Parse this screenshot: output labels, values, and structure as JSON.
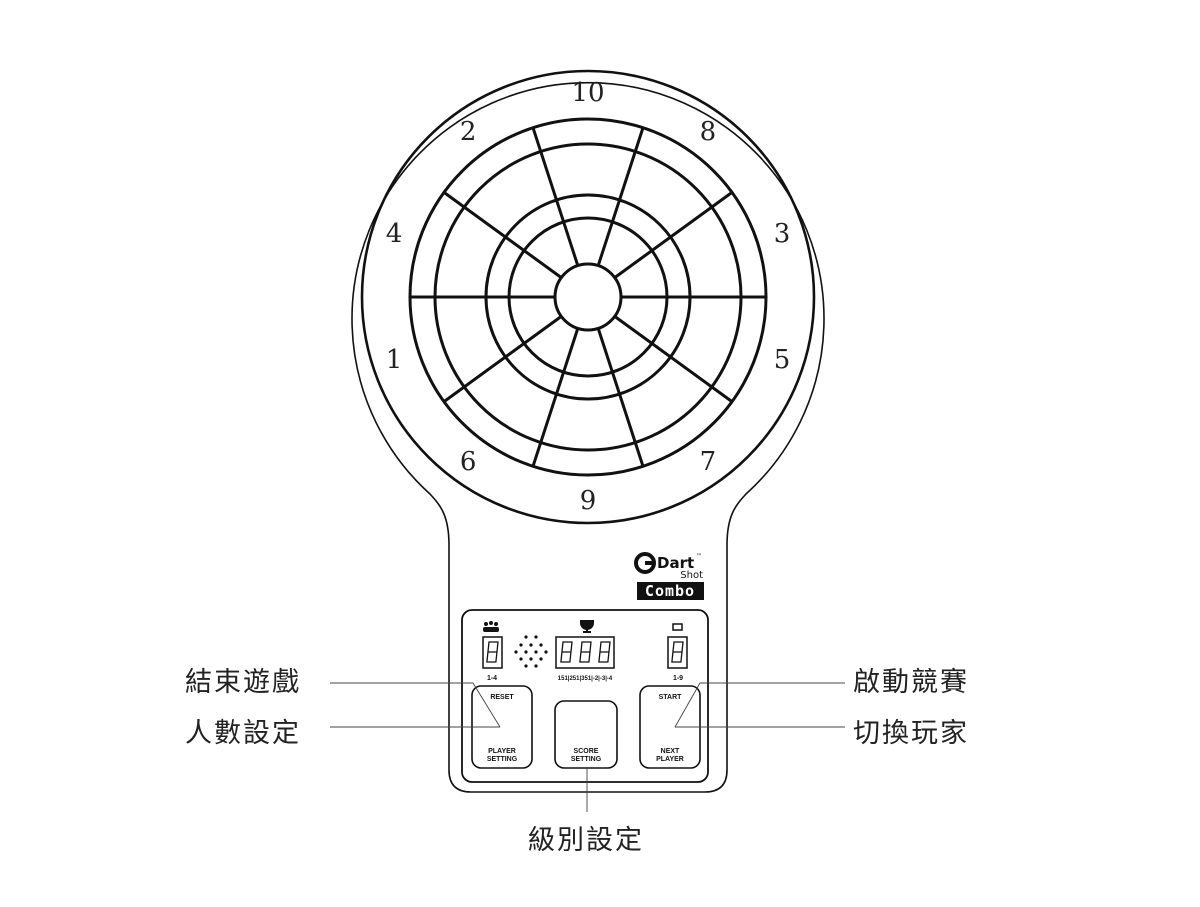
{
  "board": {
    "numbers": [
      "10",
      "8",
      "3",
      "5",
      "7",
      "9",
      "6",
      "1",
      "4",
      "2"
    ]
  },
  "logo": {
    "brand": "Dart",
    "trademark": "™",
    "sub": "Shot",
    "model": "Combo"
  },
  "panel": {
    "players_range": "1-4",
    "score_options": "151|251|351|-2|-3|-4",
    "round_range": "1-9",
    "left_button": {
      "top": "RESET",
      "bottom_1": "PLAYER",
      "bottom_2": "SETTING"
    },
    "center_button": {
      "line_1": "SCORE",
      "line_2": "SETTING"
    },
    "right_button": {
      "top": "START",
      "bottom_1": "NEXT",
      "bottom_2": "PLAYER"
    }
  },
  "callouts": {
    "end_game": "結束遊戲",
    "player_setting": "人數設定",
    "start_game": "啟動競賽",
    "switch_player": "切換玩家",
    "level_setting": "級別設定"
  }
}
